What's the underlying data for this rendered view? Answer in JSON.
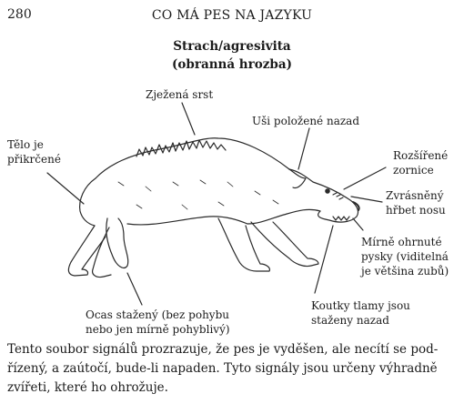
{
  "header": {
    "page_number": "280",
    "running_head": "CO MÁ PES NA JAZYKU"
  },
  "figure": {
    "title_line1": "Strach/agresivita",
    "title_line2": "(obranná hrozba)",
    "labels": {
      "body": [
        "Tělo je",
        "přikrčené"
      ],
      "fur": [
        "Zježená srst"
      ],
      "ears": [
        "Uši položené nazad"
      ],
      "pupils": [
        "Rozšířené",
        "zornice"
      ],
      "nose": [
        "Zvrásněný",
        "hřbet nosu"
      ],
      "lips": [
        "Mírně ohrnuté",
        "pysky (viditelná",
        "je většina zubů)"
      ],
      "mouth_corners": [
        "Koutky tlamy jsou",
        "staženy nazad"
      ],
      "tail": [
        "Ocas stažený (bez pohybu",
        "nebo jen mírně pohyblivý)"
      ]
    }
  },
  "caption": {
    "line1": "Tento soubor signálů prozrazuje, že pes je vyděšen, ale necítí se pod-",
    "line2": "řízený, a zaútočí, bude-li napaden. Tyto signály jsou určeny výhradně",
    "line3": "zvířeti, které ho ohrožuje."
  }
}
